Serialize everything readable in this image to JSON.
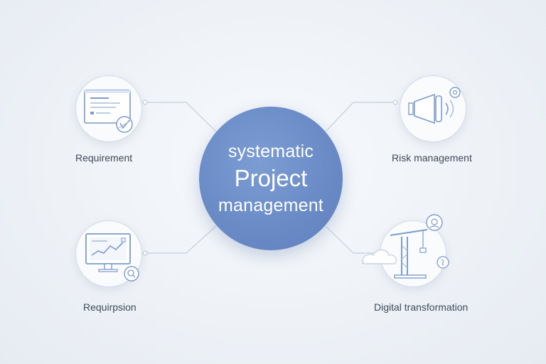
{
  "center": {
    "line1": "systematic",
    "line2": "Project",
    "line3": "management"
  },
  "nodes": [
    {
      "label": "Requirement",
      "icon": "document-checklist-icon"
    },
    {
      "label": "Risk management",
      "icon": "megaphone-speaker-icon"
    },
    {
      "label": "Requirpsion",
      "icon": "monitor-chart-icon"
    },
    {
      "label": "Digital transformation",
      "icon": "cloud-crane-icon"
    }
  ],
  "colors": {
    "accent": "#6a8bc6",
    "line": "#c4cfdd",
    "icon": "#7e9bc9",
    "text": "#3f4a5a",
    "background": "#eef2f7"
  }
}
